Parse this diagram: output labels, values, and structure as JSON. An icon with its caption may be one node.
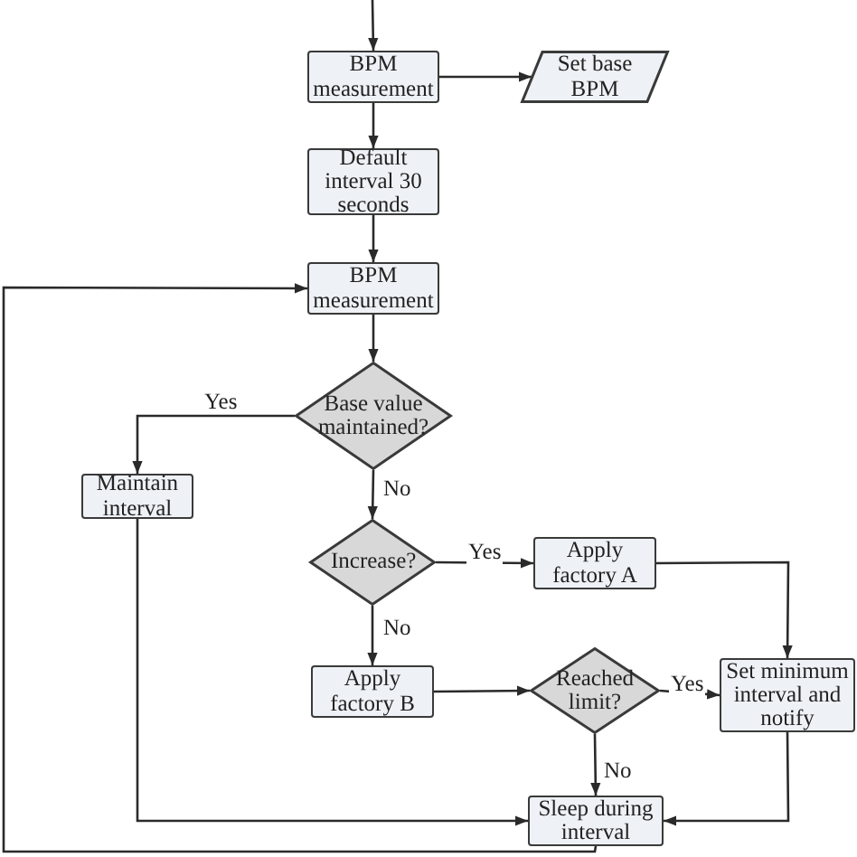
{
  "diagram": {
    "nodes": [
      {
        "text": [
          "BPM measurement"
        ]
      },
      {
        "text": [
          "Set base BPM"
        ]
      },
      {
        "text": [
          "Default interval 30 seconds"
        ]
      },
      {
        "text": [
          "BPM measurement"
        ]
      },
      {
        "text": [
          "Base value maintained?"
        ]
      },
      {
        "text": [
          "Maintain interval"
        ]
      },
      {
        "text": [
          "Increase?"
        ]
      },
      {
        "text": [
          "Apply factory A"
        ]
      },
      {
        "text": [
          "Apply factory B"
        ]
      },
      {
        "text": [
          "Reached limit?"
        ]
      },
      {
        "text": [
          "Set minimum interval and notify"
        ]
      },
      {
        "text": [
          "Sleep during interval"
        ]
      }
    ],
    "edges": [
      {
        "from": null,
        "to": 0,
        "arrow": "to"
      },
      {
        "from": 0,
        "to": 1,
        "arrow": "to"
      },
      {
        "from": 0,
        "to": 2,
        "arrow": "to"
      },
      {
        "from": 2,
        "to": 3,
        "arrow": "to"
      },
      {
        "from": 11,
        "to": 3,
        "arrow": "to"
      },
      {
        "from": 3,
        "to": 4,
        "arrow": "to"
      },
      {
        "from": 4,
        "to": 5,
        "arrow": "to",
        "label": "Yes"
      },
      {
        "from": 4,
        "to": 6,
        "arrow": "to",
        "label": "No"
      },
      {
        "from": 5,
        "to": 11,
        "arrow": "to"
      },
      {
        "from": 6,
        "to": 7,
        "arrow": "to",
        "label": "Yes"
      },
      {
        "from": 6,
        "to": 8,
        "arrow": "to",
        "label": "No"
      },
      {
        "from": 7,
        "to": 10,
        "arrow": "to"
      },
      {
        "from": 8,
        "to": 9,
        "arrow": "to"
      },
      {
        "from": 9,
        "to": 10,
        "arrow": "to",
        "label": "Yes"
      },
      {
        "from": 9,
        "to": 11,
        "arrow": "to",
        "label": "No"
      },
      {
        "from": 10,
        "to": 11,
        "arrow": "to"
      }
    ]
  }
}
